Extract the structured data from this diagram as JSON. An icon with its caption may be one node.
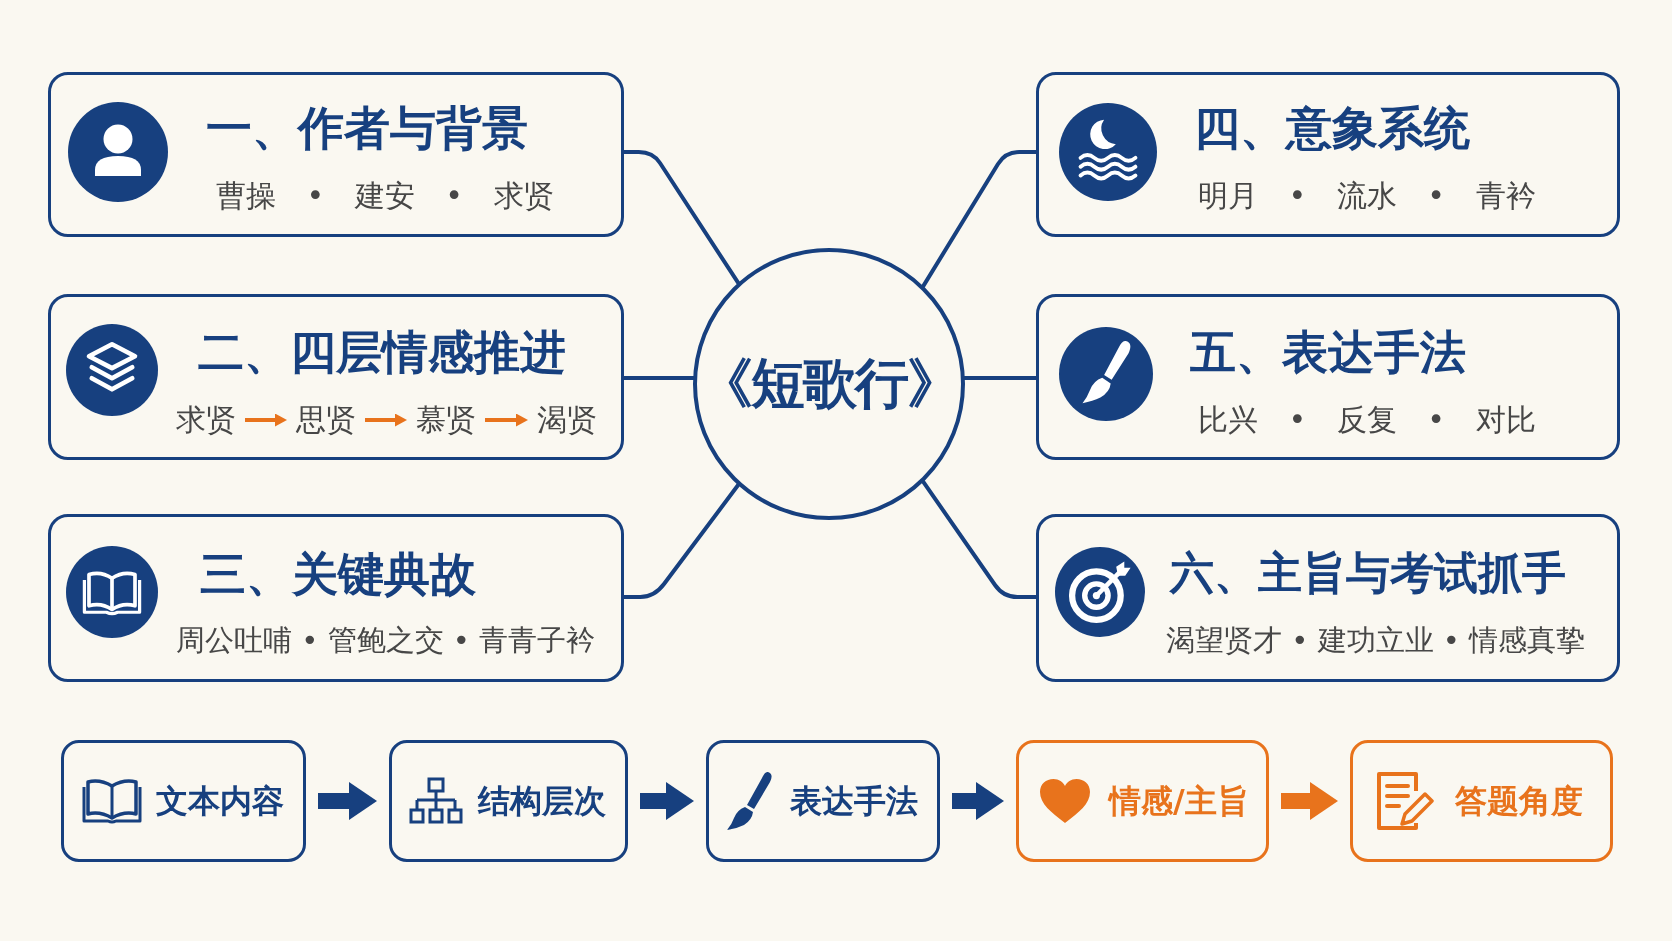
{
  "diagram": {
    "nodes": [
      {
        "text": [
          "《短歌行》"
        ]
      },
      {
        "text": [
          "一、作者与背景",
          "曹操 • 建安 • 求贤"
        ]
      },
      {
        "text": [
          "二、四层情感推进"
        ]
      },
      {
        "text": [
          "求贤"
        ],
        "in": 2
      },
      {
        "text": [
          "思贤"
        ],
        "in": 2
      },
      {
        "text": [
          "慕贤"
        ],
        "in": 2
      },
      {
        "text": [
          "渴贤"
        ],
        "in": 2
      },
      {
        "text": [
          "三、关键典故",
          "周公吐哺 • 管鲍之交 • 青青子衿"
        ]
      },
      {
        "text": [
          "四、意象系统",
          "明月 • 流水 • 青衿"
        ]
      },
      {
        "text": [
          "五、表达手法",
          "比兴 • 反复 • 对比"
        ]
      },
      {
        "text": [
          "六、主旨与考试抓手",
          "渴望贤才 • 建功立业 • 情感真挚"
        ]
      },
      {
        "text": [
          "文本内容"
        ]
      },
      {
        "text": [
          "结构层次"
        ]
      },
      {
        "text": [
          "表达手法"
        ]
      },
      {
        "text": [
          "情感/主旨"
        ]
      },
      {
        "text": [
          "答题角度"
        ]
      }
    ],
    "edges": [
      {
        "from": 0,
        "to": 1,
        "arrow": "none"
      },
      {
        "from": 0,
        "to": 2,
        "arrow": "none"
      },
      {
        "from": 0,
        "to": 7,
        "arrow": "none"
      },
      {
        "from": 0,
        "to": 8,
        "arrow": "none"
      },
      {
        "from": 0,
        "to": 9,
        "arrow": "none"
      },
      {
        "from": 0,
        "to": 10,
        "arrow": "none"
      },
      {
        "from": 3,
        "to": 4,
        "arrow": "to",
        "color": "#e8731c"
      },
      {
        "from": 4,
        "to": 5,
        "arrow": "to",
        "color": "#e8731c"
      },
      {
        "from": 5,
        "to": 6,
        "arrow": "to",
        "color": "#e8731c"
      },
      {
        "from": 11,
        "to": 12,
        "arrow": "to",
        "style": "thick"
      },
      {
        "from": 12,
        "to": 13,
        "arrow": "to",
        "style": "thick"
      },
      {
        "from": 13,
        "to": 14,
        "arrow": "to",
        "style": "thick"
      },
      {
        "from": 14,
        "to": 15,
        "arrow": "to",
        "style": "thick",
        "color": "#e8731c"
      }
    ]
  }
}
